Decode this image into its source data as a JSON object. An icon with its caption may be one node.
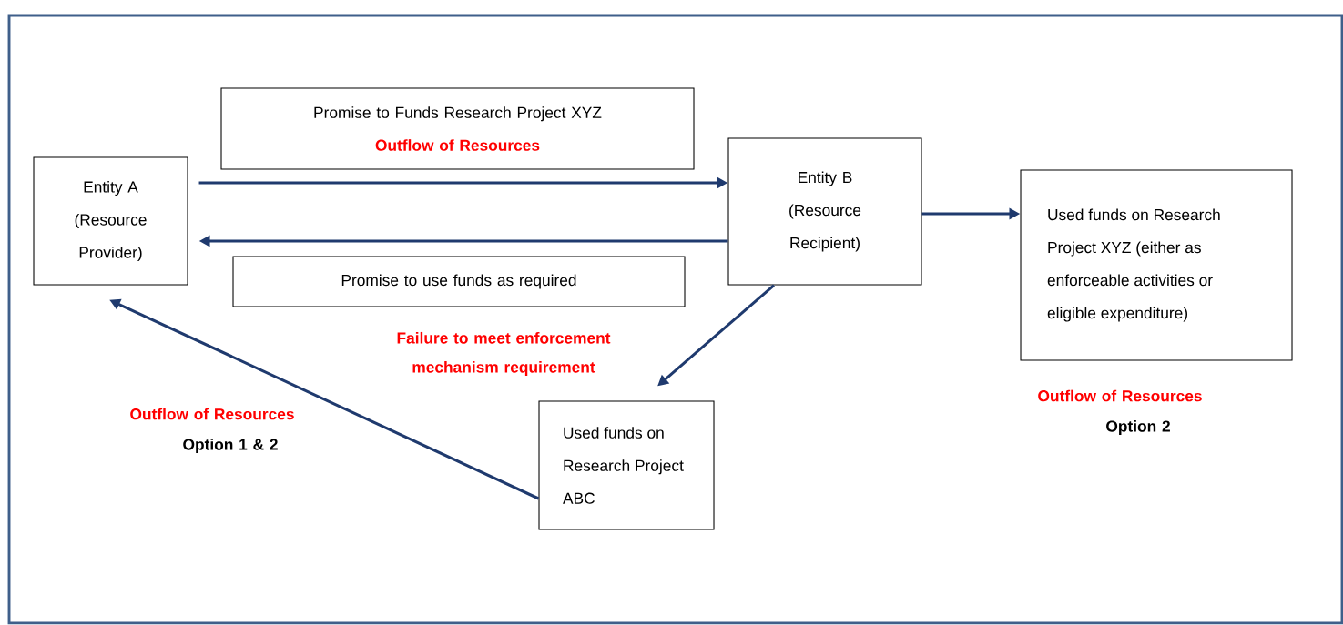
{
  "diagram": {
    "nodes": [
      {
        "text": [
          "Entity A (Resource Provider)"
        ]
      },
      {
        "text": [
          "Promise to Funds Research Project XYZ",
          "Outflow of Resources"
        ]
      },
      {
        "text": [
          "Entity B (Resource Recipient)"
        ]
      },
      {
        "text": [
          "Promise to use funds as required"
        ]
      },
      {
        "text": [
          "Used funds on Research Project XYZ (either as enforceable activities or eligible expenditure)"
        ]
      },
      {
        "text": [
          "Used funds on Research Project ABC"
        ]
      }
    ],
    "edges": [
      {
        "from": 0,
        "to": 2,
        "arrow": "to"
      },
      {
        "from": 2,
        "to": 0,
        "arrow": "to"
      },
      {
        "from": 2,
        "to": 4,
        "arrow": "to"
      },
      {
        "from": 2,
        "to": 5,
        "arrow": "to"
      },
      {
        "from": 5,
        "to": 0,
        "arrow": "to"
      }
    ],
    "labels": [
      "Failure to meet enforcement mechanism requirement",
      "Outflow of Resources",
      "Option 1 & 2",
      "Outflow of Resources",
      "Option 2"
    ]
  }
}
